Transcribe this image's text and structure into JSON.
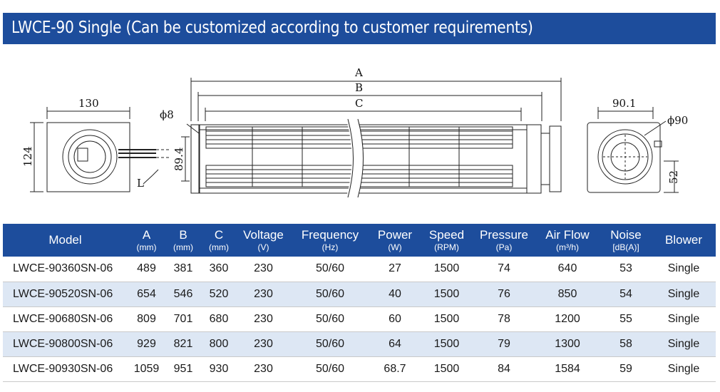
{
  "header": {
    "title": "LWCE-90 Single  (Can be customized according to customer requirements)"
  },
  "drawing": {
    "labels": {
      "a": "A",
      "b": "B",
      "c": "C",
      "w130": "130",
      "h124": "124",
      "phi8": "ϕ8",
      "h89": "89.4",
      "l": "L",
      "w90": "90.1",
      "phi90": "ϕ90",
      "h52": "52"
    }
  },
  "table": {
    "headers": [
      {
        "label": "Model",
        "unit": ""
      },
      {
        "label": "A",
        "unit": "(mm)"
      },
      {
        "label": "B",
        "unit": "(mm)"
      },
      {
        "label": "C",
        "unit": "(mm)"
      },
      {
        "label": "Voltage",
        "unit": "(V)"
      },
      {
        "label": "Frequency",
        "unit": "(Hz)"
      },
      {
        "label": "Power",
        "unit": "(W)"
      },
      {
        "label": "Speed",
        "unit": "(RPM)"
      },
      {
        "label": "Pressure",
        "unit": "(Pa)"
      },
      {
        "label": "Air Flow",
        "unit": "(m³/h)"
      },
      {
        "label": "Noise",
        "unit": "[dB(A)]"
      },
      {
        "label": "Blower",
        "unit": ""
      }
    ],
    "rows": [
      [
        "LWCE-90360SN-06",
        "489",
        "381",
        "360",
        "230",
        "50/60",
        "27",
        "1500",
        "74",
        "640",
        "53",
        "Single"
      ],
      [
        "LWCE-90520SN-06",
        "654",
        "546",
        "520",
        "230",
        "50/60",
        "40",
        "1500",
        "76",
        "850",
        "54",
        "Single"
      ],
      [
        "LWCE-90680SN-06",
        "809",
        "701",
        "680",
        "230",
        "50/60",
        "60",
        "1500",
        "78",
        "1200",
        "55",
        "Single"
      ],
      [
        "LWCE-90800SN-06",
        "929",
        "821",
        "800",
        "230",
        "50/60",
        "64",
        "1500",
        "79",
        "1300",
        "58",
        "Single"
      ],
      [
        "LWCE-90930SN-06",
        "1059",
        "951",
        "930",
        "230",
        "50/60",
        "68.7",
        "1500",
        "84",
        "1584",
        "59",
        "Single"
      ]
    ]
  },
  "colors": {
    "header_bg": "#1d4d9c",
    "row_shade": "#dde7f4",
    "header_text": "#ffffff"
  }
}
